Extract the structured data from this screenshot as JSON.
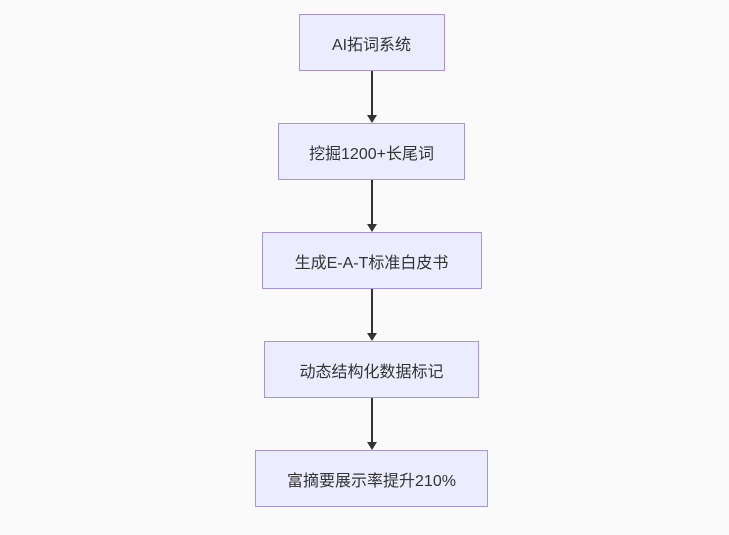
{
  "diagram": {
    "type": "flowchart",
    "direction": "top-down",
    "nodes": [
      {
        "id": "n1",
        "label": "AI拓词系统"
      },
      {
        "id": "n2",
        "label": "挖掘1200+长尾词"
      },
      {
        "id": "n3",
        "label": "生成E-A-T标准白皮书"
      },
      {
        "id": "n4",
        "label": "动态结构化数据标记"
      },
      {
        "id": "n5",
        "label": "富摘要展示率提升210%"
      }
    ],
    "edges": [
      {
        "from": "n1",
        "to": "n2",
        "style": "arrow-down"
      },
      {
        "from": "n2",
        "to": "n3",
        "style": "arrow-down"
      },
      {
        "from": "n3",
        "to": "n4",
        "style": "arrow-down"
      },
      {
        "from": "n4",
        "to": "n5",
        "style": "arrow-down"
      }
    ]
  },
  "theme": {
    "background": "#fafafa",
    "node_fill": "#ececff",
    "node_border": "#a795dc",
    "edge_color": "#333333",
    "text_color": "#333333"
  }
}
